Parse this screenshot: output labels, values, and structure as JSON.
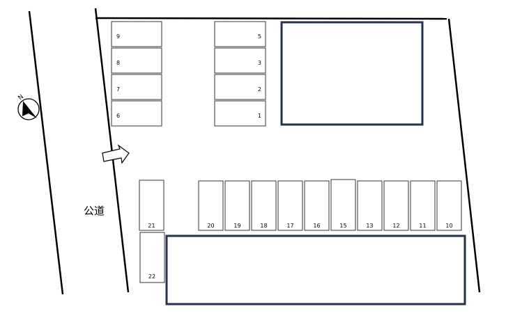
{
  "road_label": "公道",
  "compass": {
    "north_label": "N",
    "icon": "north-arrow-icon"
  },
  "entrance": {
    "icon": "entrance-arrow-icon"
  },
  "colors": {
    "building_outline": "#26324d",
    "line": "#000000",
    "space_outline": "#333333"
  },
  "spaces": {
    "left_column": [
      "9",
      "8",
      "7",
      "6"
    ],
    "mid_column": [
      "5",
      "3",
      "2",
      "1"
    ],
    "bottom_row": [
      "21",
      "20",
      "19",
      "18",
      "17",
      "16",
      "15",
      "13",
      "12",
      "11",
      "10"
    ],
    "corner": [
      "22"
    ]
  }
}
